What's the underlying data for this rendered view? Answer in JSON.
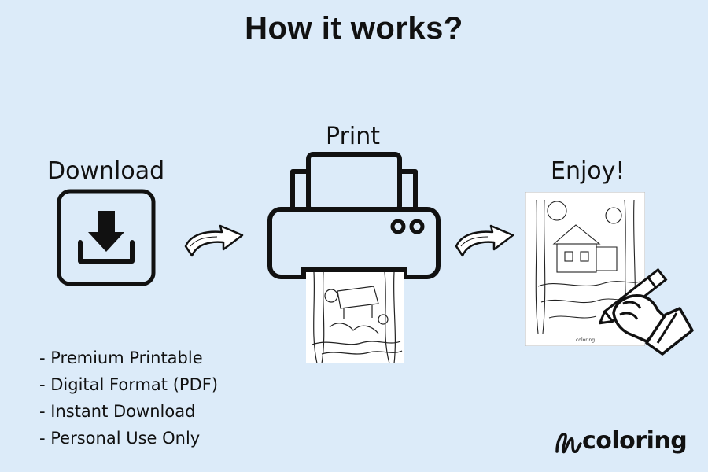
{
  "title": "How it works?",
  "steps": {
    "download": "Download",
    "print": "Print",
    "enjoy": "Enjoy!"
  },
  "features": [
    "- Premium Printable",
    "- Digital Format (PDF)",
    "- Instant Download",
    "- Personal Use Only"
  ],
  "brand": "coloring",
  "icons": {
    "download": "download-icon",
    "arrow": "curved-arrow-icon",
    "printer": "printer-icon",
    "hand": "hand-with-pencil-icon"
  },
  "colors": {
    "background": "#dcebf9",
    "ink": "#111111",
    "paper": "#ffffff"
  }
}
